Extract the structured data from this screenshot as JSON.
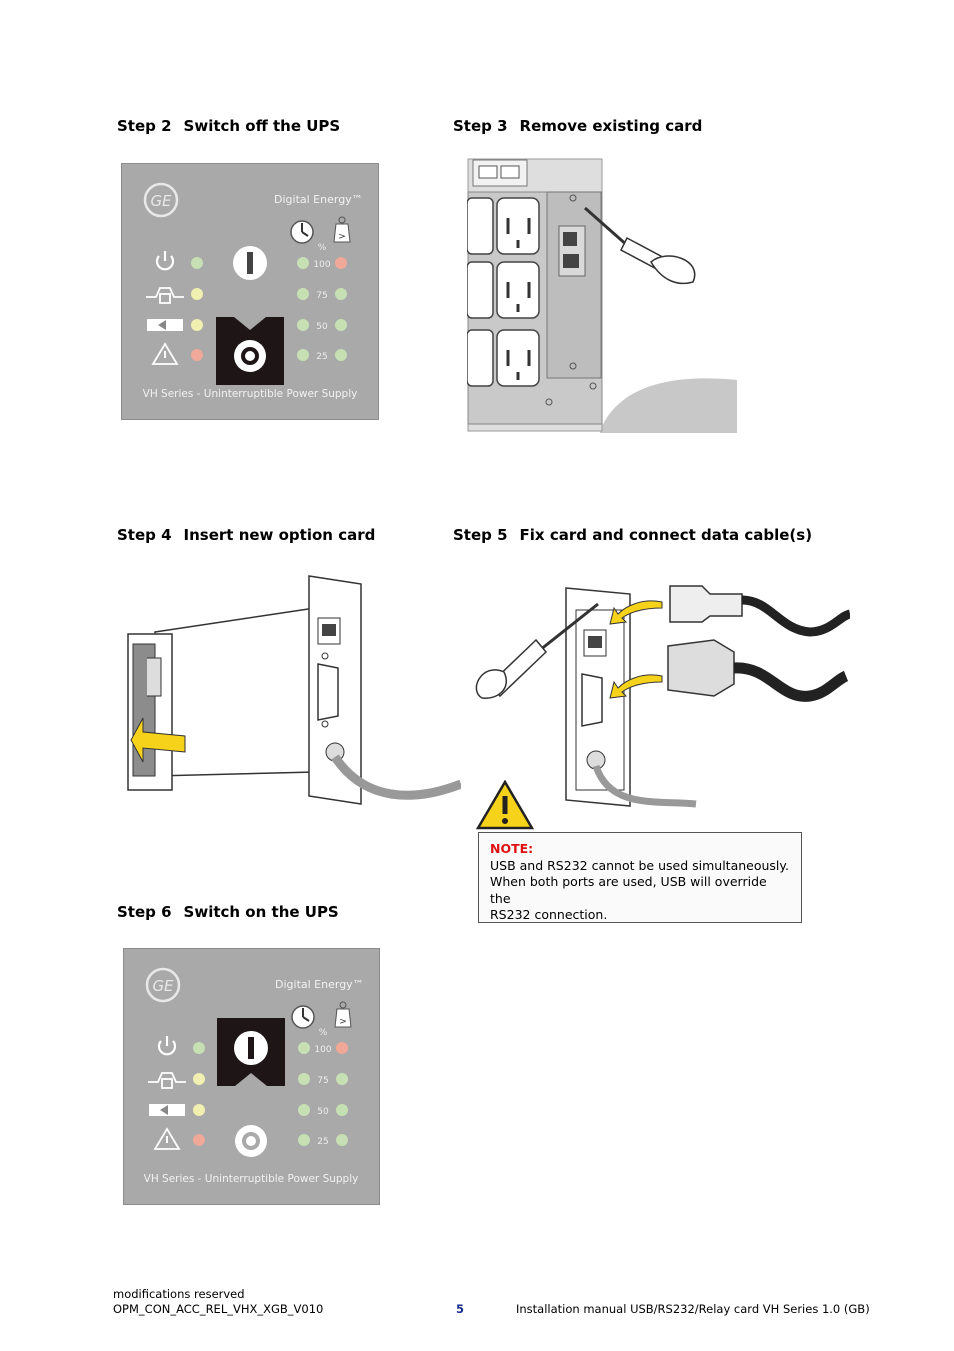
{
  "steps": {
    "s2": {
      "num": "Step 2",
      "title": "Switch off the UPS"
    },
    "s3": {
      "num": "Step 3",
      "title": "Remove existing card"
    },
    "s4": {
      "num": "Step 4",
      "title": "Insert new option card"
    },
    "s5": {
      "num": "Step 5",
      "title": "Fix card and connect data cable(s)"
    },
    "s6": {
      "num": "Step 6",
      "title": "Switch on the UPS"
    }
  },
  "ups_panel": {
    "brand": "Digital Energy™",
    "logo": "GE",
    "series": "VH Series - Uninterruptible Power Supply",
    "percent_label": "%",
    "levels": [
      "100",
      "75",
      "50",
      "25"
    ],
    "load_symbol": ">"
  },
  "note": {
    "title": "NOTE:",
    "lines": [
      "USB and RS232 cannot be used simultaneously.",
      "When both ports are used, USB will override the",
      "RS232 connection."
    ]
  },
  "footer": {
    "line1": "modifications reserved",
    "line2": "OPM_CON_ACC_REL_VHX_XGB_V010",
    "page": "5",
    "right": "Installation manual USB/RS232/Relay card VH Series 1.0 (GB)"
  },
  "colors": {
    "panel_bg": "#a9a9a9",
    "led_green": "#c6e0b4",
    "led_yellow": "#f1f0b0",
    "led_red": "#f0a898",
    "arrow_yellow": "#f7d21a",
    "note_red": "#e01010",
    "page_number_blue": "#1a2d8c"
  }
}
